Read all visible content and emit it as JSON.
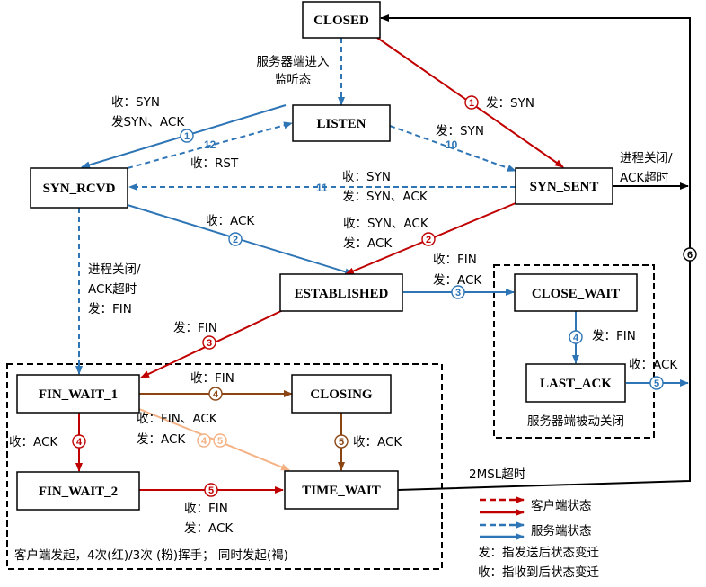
{
  "states": {
    "closed": "CLOSED",
    "listen": "LISTEN",
    "syn_rcvd": "SYN_RCVD",
    "syn_sent": "SYN_SENT",
    "established": "ESTABLISHED",
    "close_wait": "CLOSE_WAIT",
    "last_ack": "LAST_ACK",
    "fin_wait_1": "FIN_WAIT_1",
    "closing": "CLOSING",
    "fin_wait_2": "FIN_WAIT_2",
    "time_wait": "TIME_WAIT"
  },
  "labels": {
    "server_enter_l1": "服务器端进入",
    "server_enter_l2": "监听态",
    "recv_syn": "收：SYN",
    "send_syn_ack": "发SYN、ACK",
    "recv_rst": "收：RST",
    "send_syn_top": "发：SYN",
    "send_syn_listen": "发：SYN",
    "recv_syn_11": "收：SYN",
    "send_syn_ack_11": "发：SYN、ACK",
    "recv_ack_2": "收：ACK",
    "recv_syn_ack_2": "收：SYN、ACK",
    "send_ack_2": "发：ACK",
    "proc_close_right_l1": "进程关闭/",
    "proc_close_right_l2": "ACK超时",
    "proc_close_left_l1": "进程关闭/",
    "proc_close_left_l2": "ACK超时",
    "proc_close_left_l3": "发：FIN",
    "recv_fin_3": "收：FIN",
    "send_ack_3": "发：ACK",
    "send_fin_3": "发：FIN",
    "send_fin_4": "发：FIN",
    "recv_ack_5_right": "收：ACK",
    "passive_close": "服务器端被动关闭",
    "recv_fin_4": "收：FIN",
    "recv_fin_ack": "收：FIN、ACK",
    "send_ack_45": "发：ACK",
    "recv_ack_4": "收：ACK",
    "recv_ack_5_closing": "收：ACK",
    "recv_fin_5": "收：FIN",
    "send_ack_5": "发：ACK",
    "two_msl": "2MSL超时",
    "client_initiated": "客户端发起，4次(红)/3次 (粉)挥手；     同时发起(褐)"
  },
  "legend": {
    "client": "客户端状态",
    "server": "服务端状态",
    "send_note": "发：指发送后状态变迁",
    "recv_note": "收：指收到后状态变迁"
  },
  "numbers": {
    "n1_red": "1",
    "n1_blue": "1",
    "n2_blue": "2",
    "n2_red": "2",
    "n3_blue": "3",
    "n3_red": "3",
    "n4_blue": "4",
    "n4_brown": "4",
    "n4_red": "4",
    "n4_pink": "4",
    "n5_pink": "5",
    "n5_blue": "5",
    "n5_brown": "5",
    "n5_red": "5",
    "n6": "6",
    "n10": "10",
    "n11": "11",
    "n12": "12"
  },
  "colors": {
    "client_red": "#c00000",
    "server_blue": "#2e75b6",
    "brown": "#8b4513",
    "pink": "#f4b183",
    "black": "#000000"
  }
}
